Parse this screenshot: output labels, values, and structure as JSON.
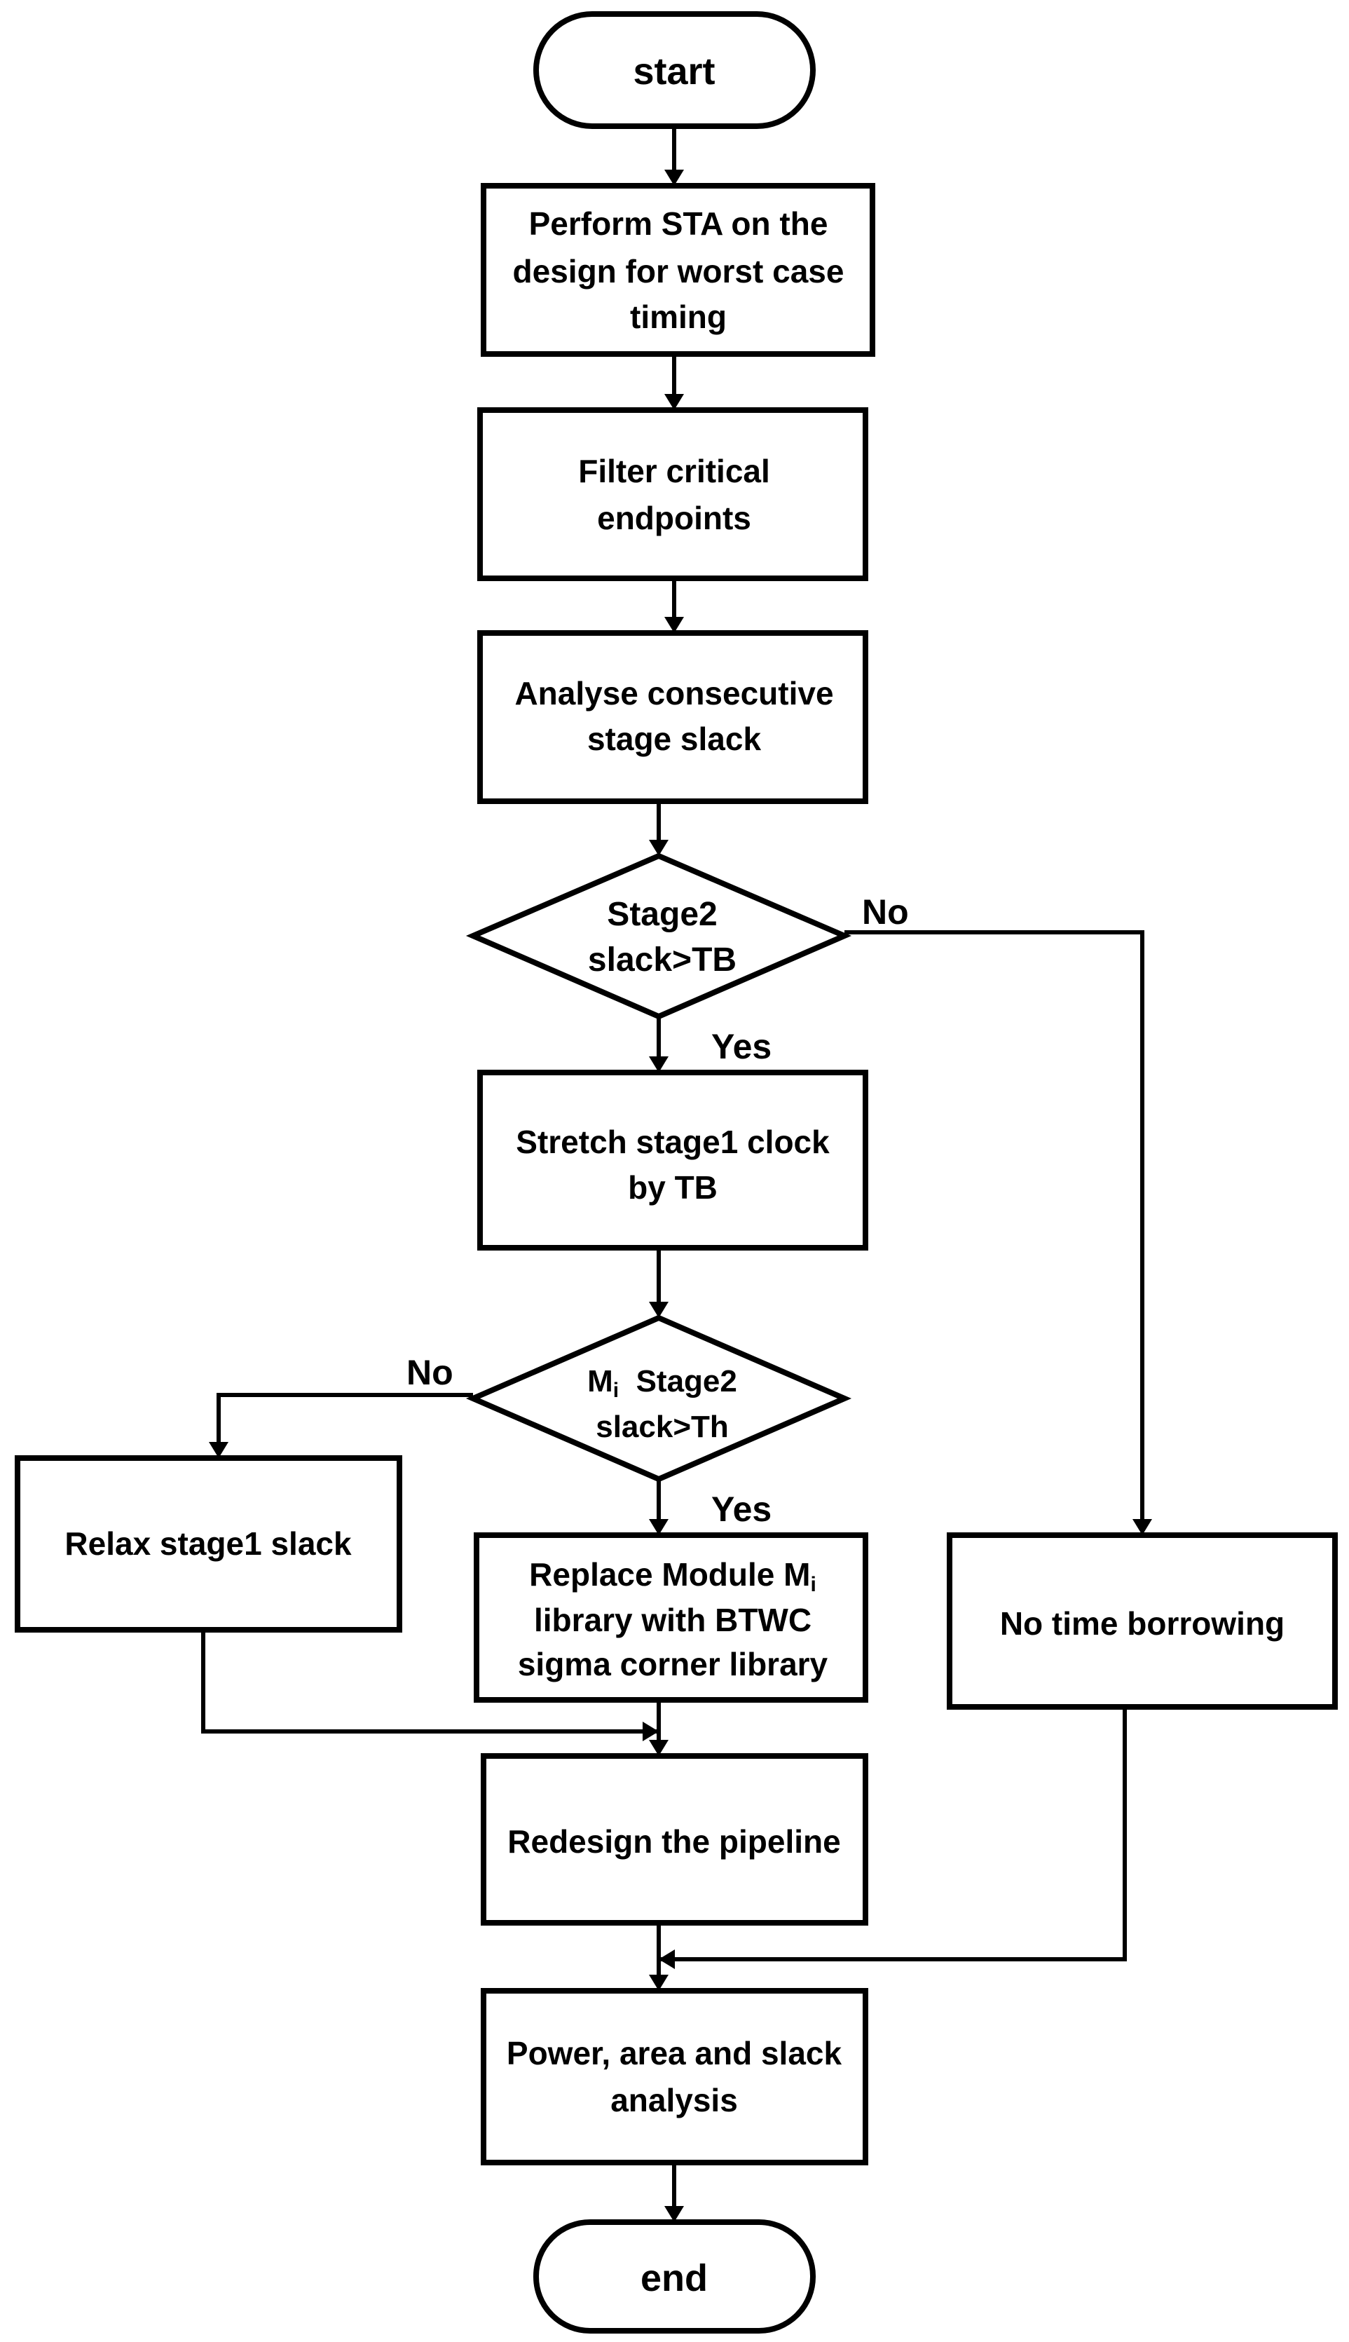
{
  "diagram": {
    "nodes": {
      "start": {
        "lines": [
          "start"
        ]
      },
      "sta": {
        "lines": [
          "Perform STA on the",
          "design for worst case",
          "timing"
        ]
      },
      "filter": {
        "lines": [
          "Filter critical",
          "endpoints"
        ]
      },
      "analyse": {
        "lines": [
          "Analyse consecutive",
          "stage slack"
        ]
      },
      "decision_tb": {
        "lines": [
          "Stage2",
          "slack>TB"
        ]
      },
      "stretch": {
        "lines": [
          "Stretch stage1 clock",
          "by TB"
        ]
      },
      "decision_th": {
        "line1_prefix": "M",
        "line1_sub": "i",
        "line1_suffix": "  Stage2",
        "line2": "slack>Th"
      },
      "relax": {
        "lines": [
          "Relax stage1 slack"
        ]
      },
      "replace": {
        "line1_prefix": "Replace Module M",
        "line1_sub": "i",
        "line2": "library with BTWC",
        "line3": "sigma corner library"
      },
      "no_borrow": {
        "lines": [
          "No time borrowing"
        ]
      },
      "redesign": {
        "lines": [
          "Redesign the pipeline"
        ]
      },
      "power": {
        "lines": [
          "Power, area and slack",
          "analysis"
        ]
      },
      "end": {
        "lines": [
          "end"
        ]
      }
    },
    "edge_labels": {
      "tb_no": "No",
      "tb_yes": "Yes",
      "th_no": "No",
      "th_yes": "Yes"
    }
  }
}
